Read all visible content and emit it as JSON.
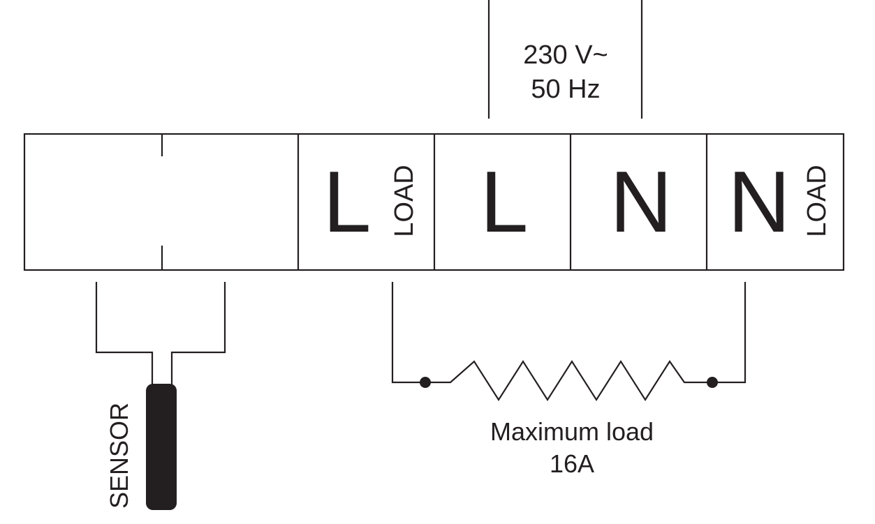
{
  "supply": {
    "voltage": "230 V~",
    "frequency": "50 Hz"
  },
  "terminals": [
    {
      "letter": "L",
      "side_label": "LOAD"
    },
    {
      "letter": "L",
      "side_label": ""
    },
    {
      "letter": "N",
      "side_label": ""
    },
    {
      "letter": "N",
      "side_label": "LOAD"
    }
  ],
  "sensor": {
    "label": "SENSOR"
  },
  "load": {
    "line1": "Maximum load",
    "line2": "16A"
  },
  "colors": {
    "ink": "#231f20",
    "background": "#ffffff"
  }
}
